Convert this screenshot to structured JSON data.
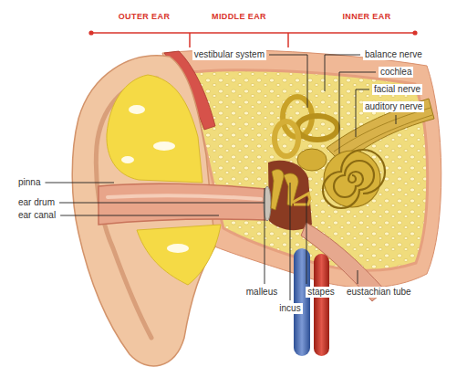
{
  "diagram": {
    "labels": [
      "OUTER EAR",
      "MIDDLE EAR",
      "INNER EAR",
      "vestibular system",
      "balance nerve",
      "cochlea",
      "facial nerve",
      "auditory nerve",
      "pinna",
      "ear drum",
      "ear canal",
      "malleus",
      "incus",
      "stapes",
      "eustachian tube"
    ]
  }
}
